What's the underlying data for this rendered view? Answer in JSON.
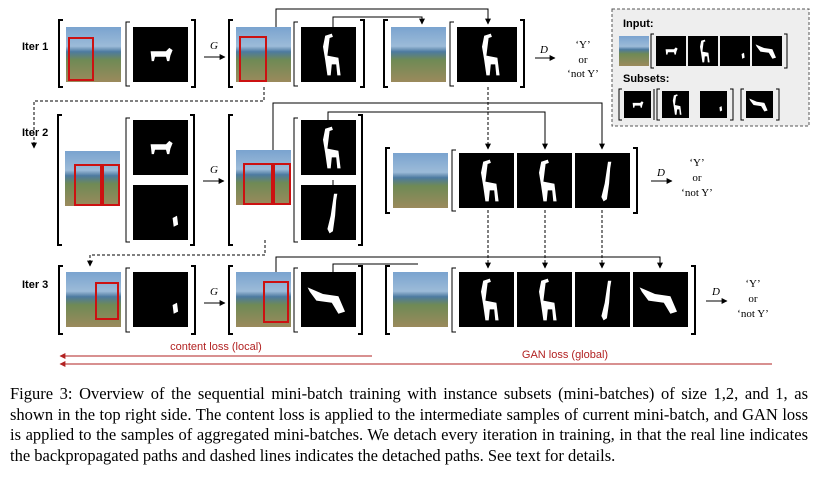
{
  "rows": [
    {
      "label": "Iter 1"
    },
    {
      "label": "Iter 2"
    },
    {
      "label": "Iter 3"
    }
  ],
  "generator_symbol": "G",
  "discriminator_symbol": "D",
  "output": {
    "line1": "‘Y’",
    "line2": "or",
    "line3": "‘not Y’"
  },
  "legend": {
    "input_title": "Input:",
    "subsets_title": "Subsets:"
  },
  "losses": {
    "content": "content loss (local)",
    "gan": "GAN loss (global)"
  },
  "colors": {
    "loss_arrow": "#b22222",
    "box": "#cc1111",
    "panel_bg": "#eeeeee"
  },
  "caption": "Figure 3: Overview of the sequential mini-batch training with instance subsets (mini-batches) of size 1,2, and 1, as shown in the top right side. The content loss is applied to the intermediate samples of current mini-batch, and GAN loss is applied to the samples of aggregated mini-batches. We detach every iteration in training, in that the real line indicates the backpropagated paths and dashed lines indicates the detached paths. See text for details."
}
